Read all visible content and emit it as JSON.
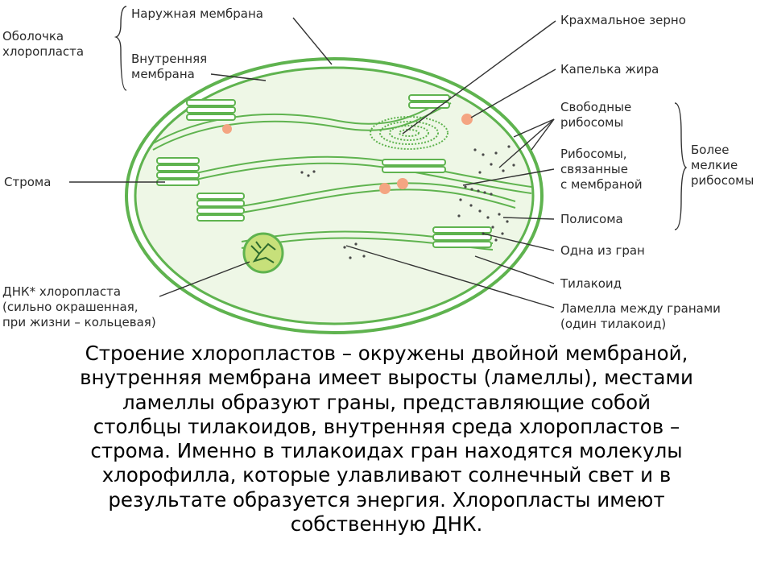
{
  "diagram": {
    "labels": {
      "envelope": [
        "Оболочка",
        "хлоропласта"
      ],
      "outer_membrane": "Наружная мембрана",
      "inner_membrane": [
        "Внутренняя",
        "мембрана"
      ],
      "stroma": "Строма",
      "dna": [
        "ДНК* хлоропласта",
        "(сильно окрашенная,",
        "при жизни – кольцевая)"
      ],
      "starch_grain": "Крахмальное зерно",
      "lipid_droplet": "Капелька жира",
      "free_ribosomes": [
        "Свободные",
        "рибосомы"
      ],
      "bound_ribosomes": [
        "Рибосомы,",
        "связанные",
        "с мембраной"
      ],
      "smaller_ribosomes": [
        "Более",
        "мелкие",
        "рибосомы"
      ],
      "polysome": "Полисома",
      "granum": "Одна из гран",
      "thylakoid": "Тилакоид",
      "lamella": [
        "Ламелла между гранами",
        "(один тилакоид)"
      ]
    },
    "colors": {
      "membrane": "#5fb34f",
      "stroma_fill": "#eef7e6",
      "lipid": "#f4a582",
      "dna_fill": "#c7e07a",
      "leader": "#333333"
    }
  },
  "caption": {
    "lines": [
      "Строение хлоропластов – окружены двойной мембраной,",
      "внутренняя мембрана имеет выросты (ламеллы), местами",
      "ламеллы образуют граны, представляющие собой",
      "столбцы тилакоидов, внутренняя среда хлоропластов –",
      "строма. Именно в тилакоидах гран находятся молекулы",
      "хлорофилла, которые улавливают солнечный свет и в",
      "результате образуется энергия. Хлоропласты имеют",
      "собственную ДНК."
    ]
  }
}
